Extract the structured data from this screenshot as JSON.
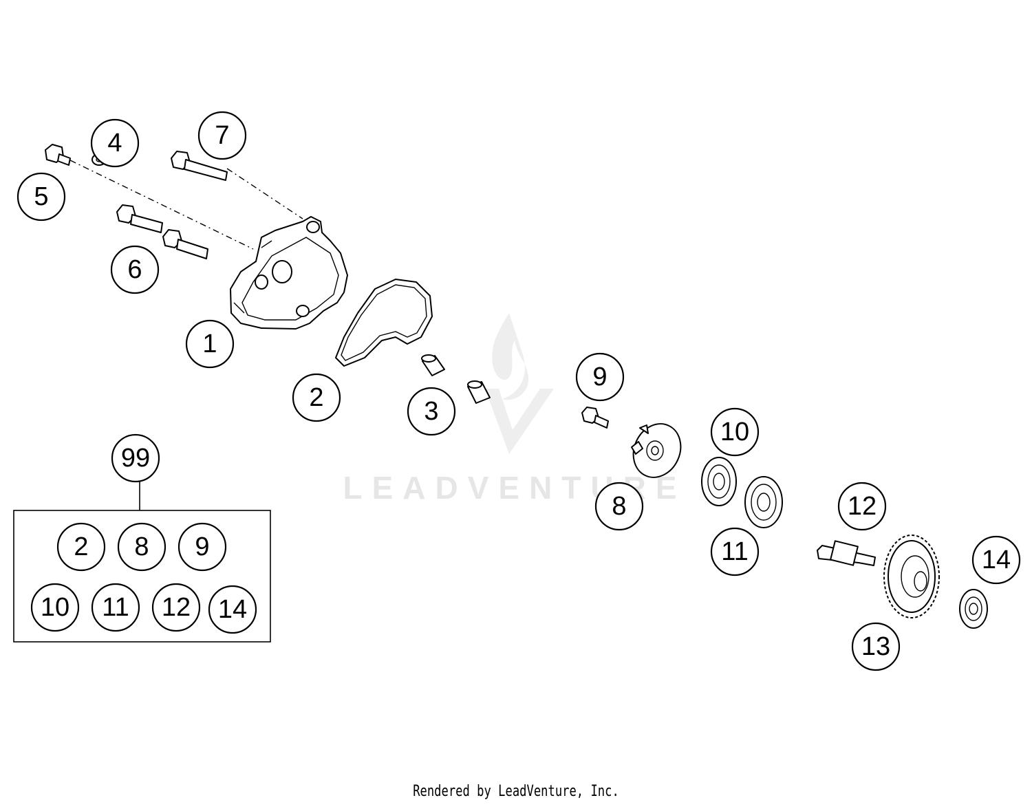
{
  "watermark": {
    "brand": "LEADVENTURE"
  },
  "footer": {
    "rendered_by": "Rendered by LeadVenture, Inc."
  },
  "callouts": [
    {
      "id": "c1",
      "label": "1"
    },
    {
      "id": "c2",
      "label": "2"
    },
    {
      "id": "c3",
      "label": "3"
    },
    {
      "id": "c4",
      "label": "4"
    },
    {
      "id": "c5",
      "label": "5"
    },
    {
      "id": "c6",
      "label": "6"
    },
    {
      "id": "c7",
      "label": "7"
    },
    {
      "id": "c8",
      "label": "8"
    },
    {
      "id": "c9",
      "label": "9"
    },
    {
      "id": "c10",
      "label": "10"
    },
    {
      "id": "c11",
      "label": "11"
    },
    {
      "id": "c12",
      "label": "12"
    },
    {
      "id": "c13",
      "label": "13"
    },
    {
      "id": "c14",
      "label": "14"
    }
  ],
  "kit": {
    "label": "99",
    "items": [
      "2",
      "8",
      "9",
      "10",
      "11",
      "12",
      "14"
    ]
  }
}
